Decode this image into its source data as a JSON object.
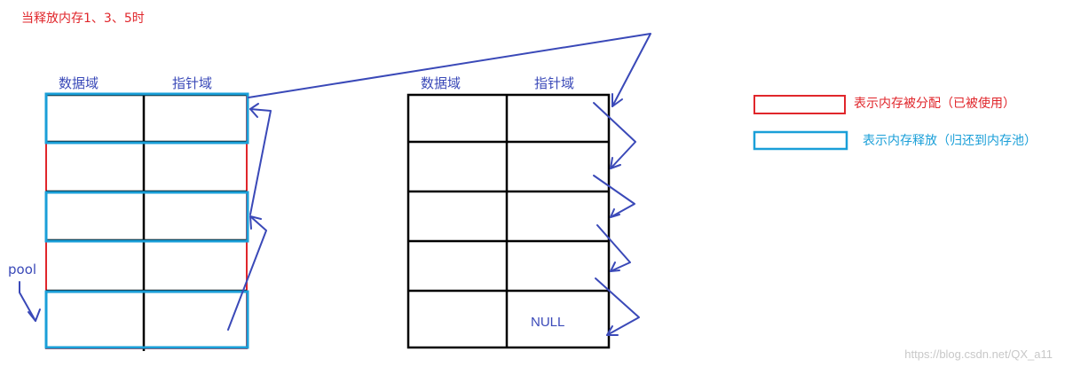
{
  "title": "当释放内存1、3、5时",
  "left_table": {
    "header_data": "数据域",
    "header_pointer": "指针域",
    "pool_label": "pool"
  },
  "right_table": {
    "header_data": "数据域",
    "header_pointer": "指针域",
    "null_label": "NULL"
  },
  "legend": [
    {
      "label": "表示内存被分配（已被使用）",
      "color": "#e0262b"
    },
    {
      "label": "表示内存释放（归还到内存池）",
      "color": "#1a9fd8"
    }
  ],
  "colors": {
    "title": "#e0262b",
    "header": "#3a49b8",
    "arrow": "#3a49b8",
    "grid": "#000000"
  },
  "watermark": "https://blog.csdn.net/QX_a11"
}
